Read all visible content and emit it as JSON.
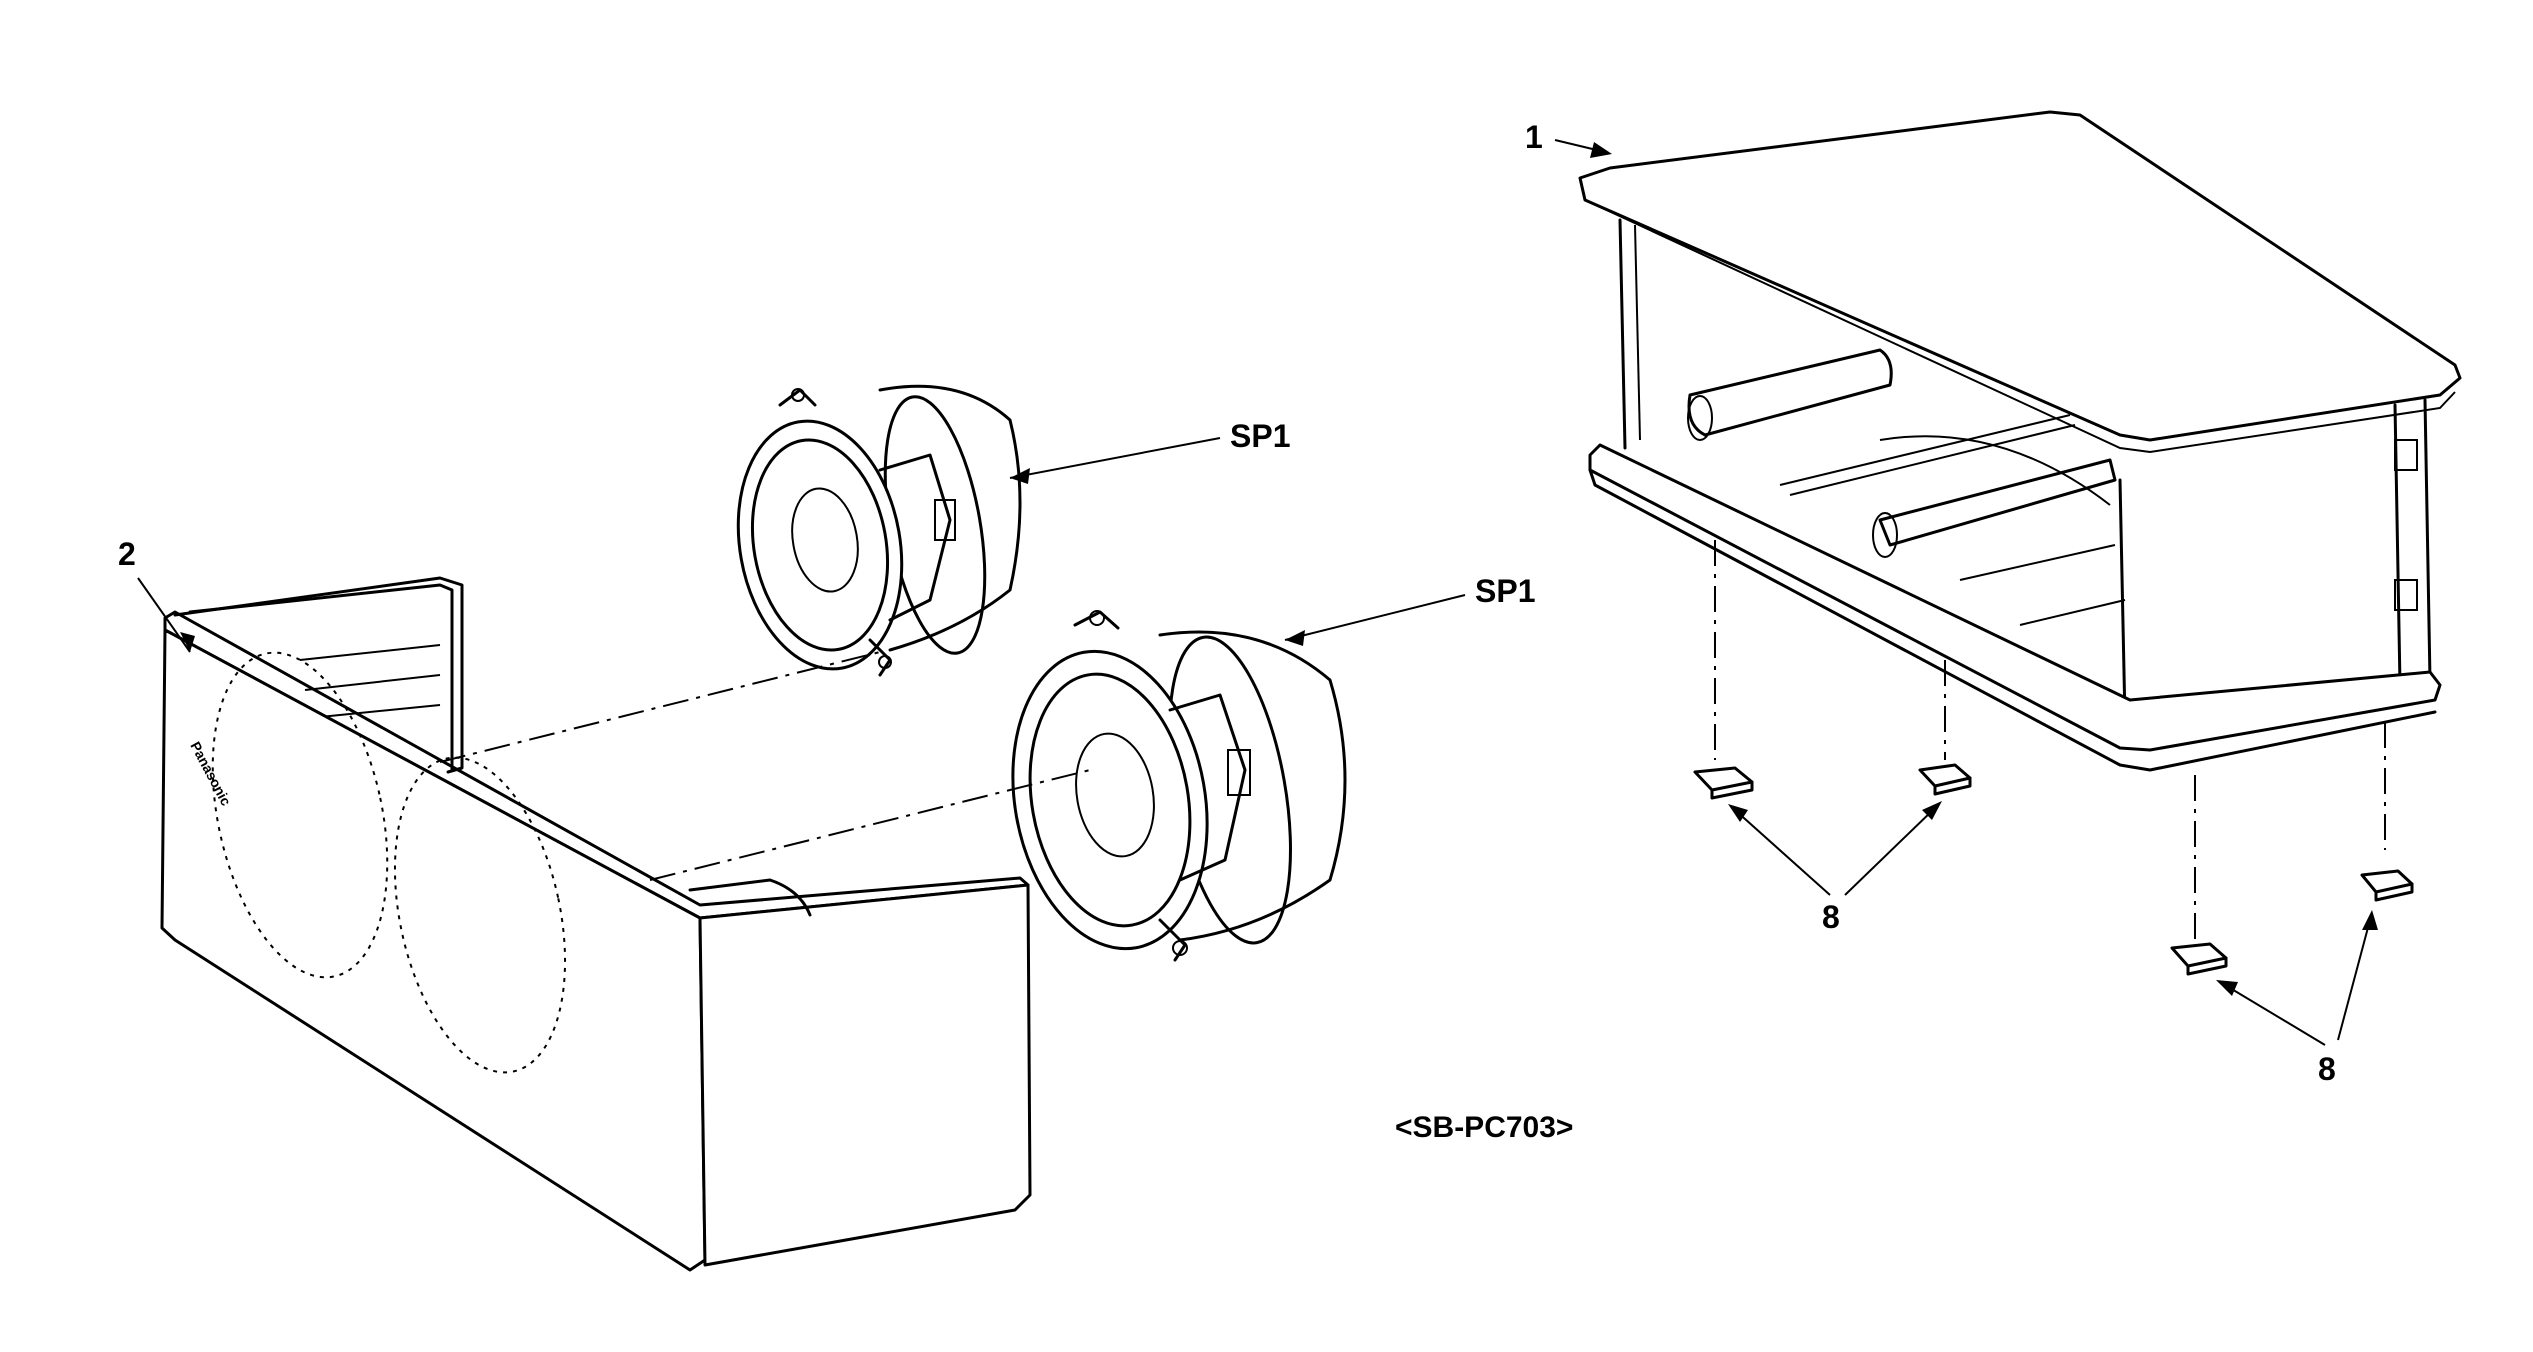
{
  "labels": {
    "part_1": "1",
    "part_2": "2",
    "sp1_upper": "SP1",
    "sp1_lower": "SP1",
    "part_8_left": "8",
    "part_8_right": "8",
    "model": "<SB-PC703>",
    "brand": "Panasonic"
  }
}
